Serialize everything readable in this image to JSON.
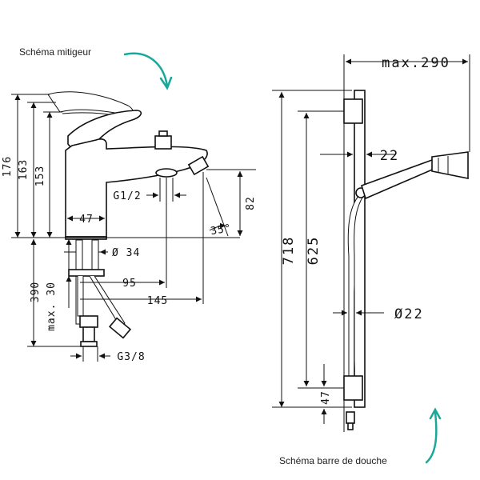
{
  "captions": {
    "mixer": "Schéma mitigeur",
    "shower_bar": "Schéma barre de douche"
  },
  "mixer_dims": {
    "h176": "176",
    "h163": "163",
    "h153": "153",
    "w47": "47",
    "g12": "G1/2",
    "h82": "82",
    "angle35": "35°",
    "d34": "Ø 34",
    "h390": "390",
    "max30": "max. 30",
    "w95": "95",
    "w145": "145",
    "g38": "G3/8"
  },
  "shower_dims": {
    "max290": "max.290",
    "w22": "22",
    "h718": "718",
    "h625": "625",
    "d22": "Ø22",
    "h47": "47"
  },
  "colors": {
    "accent_arrow": "#1aa89a",
    "line": "#111111"
  }
}
